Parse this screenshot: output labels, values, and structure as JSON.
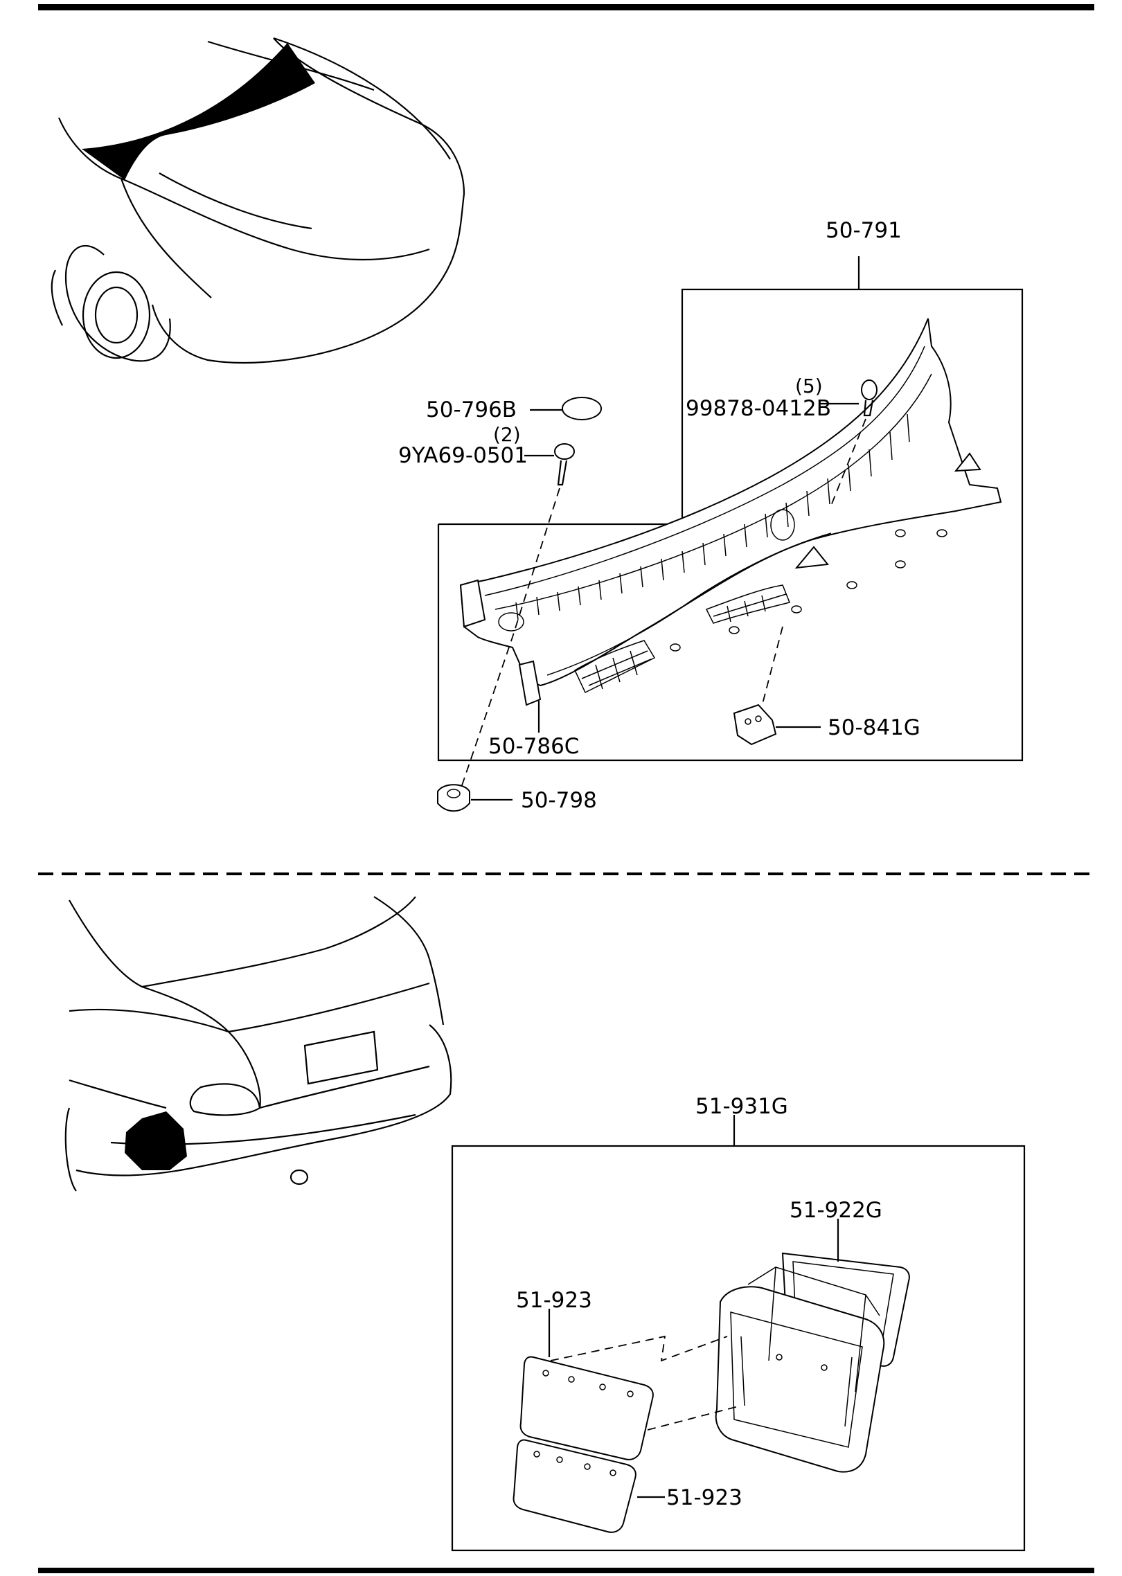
{
  "diagram": {
    "top_section": {
      "assembly": {
        "part_no": "50-791"
      },
      "parts": [
        {
          "part_no": "50-796B"
        },
        {
          "part_no": "9YA69-0501",
          "qty": "(2)"
        },
        {
          "part_no": "99878-0412B",
          "qty": "(5)"
        },
        {
          "part_no": "50-786C"
        },
        {
          "part_no": "50-841G"
        },
        {
          "part_no": "50-798"
        }
      ]
    },
    "bottom_section": {
      "assembly": {
        "part_no": "51-931G"
      },
      "parts": [
        {
          "part_no": "51-922G"
        },
        {
          "part_no": "51-923"
        },
        {
          "part_no": "51-923"
        }
      ]
    }
  },
  "colors": {
    "ink": "#000000",
    "paper": "#ffffff"
  }
}
